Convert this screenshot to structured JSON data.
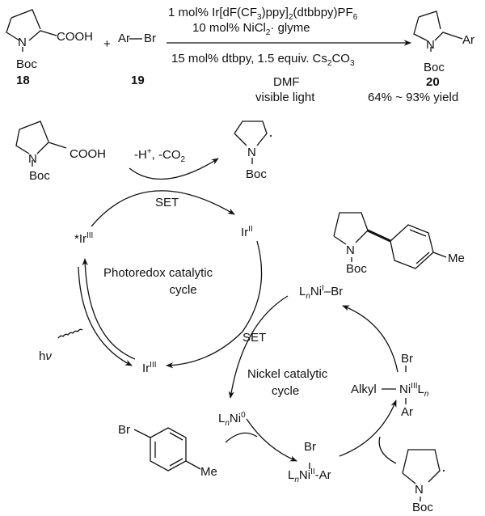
{
  "reaction": {
    "reactant1": {
      "label_cooh": "COOH",
      "label_n": "N",
      "label_boc": "Boc",
      "number": "18"
    },
    "plus": "+",
    "reactant2": {
      "label": "Ar",
      "bond": "—",
      "br": "Br",
      "number": "19"
    },
    "conditions_above": {
      "line1_pre": "1 mol% Ir[dF(CF",
      "line1_sub1": "3",
      "line1_mid": ")ppy]",
      "line1_sub2": "2",
      "line1_post": "(dtbbpy)PF",
      "line1_sub3": "6",
      "line2_pre": "10 mol% NiCl",
      "line2_sub": "2",
      "line2_post": "· glyme"
    },
    "conditions_below": {
      "line1_pre": "15 mol% dtbpy, 1.5 equiv. Cs",
      "line1_sub1": "2",
      "line1_mid": "CO",
      "line1_sub2": "3",
      "line2": "DMF",
      "line3": "visible light"
    },
    "product": {
      "label_ar": "Ar",
      "label_n": "N",
      "label_boc": "Boc",
      "number": "20",
      "yield": "64% ~ 93% yield"
    }
  },
  "mechanism": {
    "substrate": {
      "cooh": "COOH",
      "n": "N",
      "boc": "Boc"
    },
    "decarboxylation": {
      "pre": "-H",
      "sup": "+",
      "mid": ", -CO",
      "sub": "2"
    },
    "radical": {
      "n": "N",
      "boc": "Boc",
      "dot": "·"
    },
    "set_top": "SET",
    "ir_excited": {
      "pre": "*Ir",
      "sup": "III"
    },
    "ir_ii": {
      "pre": "Ir",
      "sup": "II"
    },
    "ir_iii": {
      "pre": "Ir",
      "sup": "III"
    },
    "hv": {
      "h": "h",
      "nu": "ν"
    },
    "photoredox_label": [
      "Photoredox catalytic",
      "cycle"
    ],
    "set_middle": "SET",
    "nickel_label": [
      "Nickel catalytic",
      "cycle"
    ],
    "ni_i": {
      "l": "L",
      "n": "n",
      "ni": "Ni",
      "sup": "I",
      "br": "–Br"
    },
    "ni_0": {
      "l": "L",
      "n": "n",
      "ni": "Ni",
      "sup": "0"
    },
    "ni_ii": {
      "br": "Br",
      "l": "L",
      "n": "n",
      "ni": "Ni",
      "sup": "II",
      "ar": "-Ar"
    },
    "ni_iii": {
      "br": "Br",
      "alkyl": "Alkyl",
      "ni": "Ni",
      "sup": "III",
      "l": "L",
      "n": "n",
      "ar": "Ar"
    },
    "aryl_bromide": {
      "br": "Br",
      "me": "Me"
    },
    "product": {
      "n": "N",
      "boc": "Boc",
      "me": "Me"
    },
    "radical2": {
      "n": "N",
      "boc": "Boc",
      "dot": "·"
    }
  }
}
